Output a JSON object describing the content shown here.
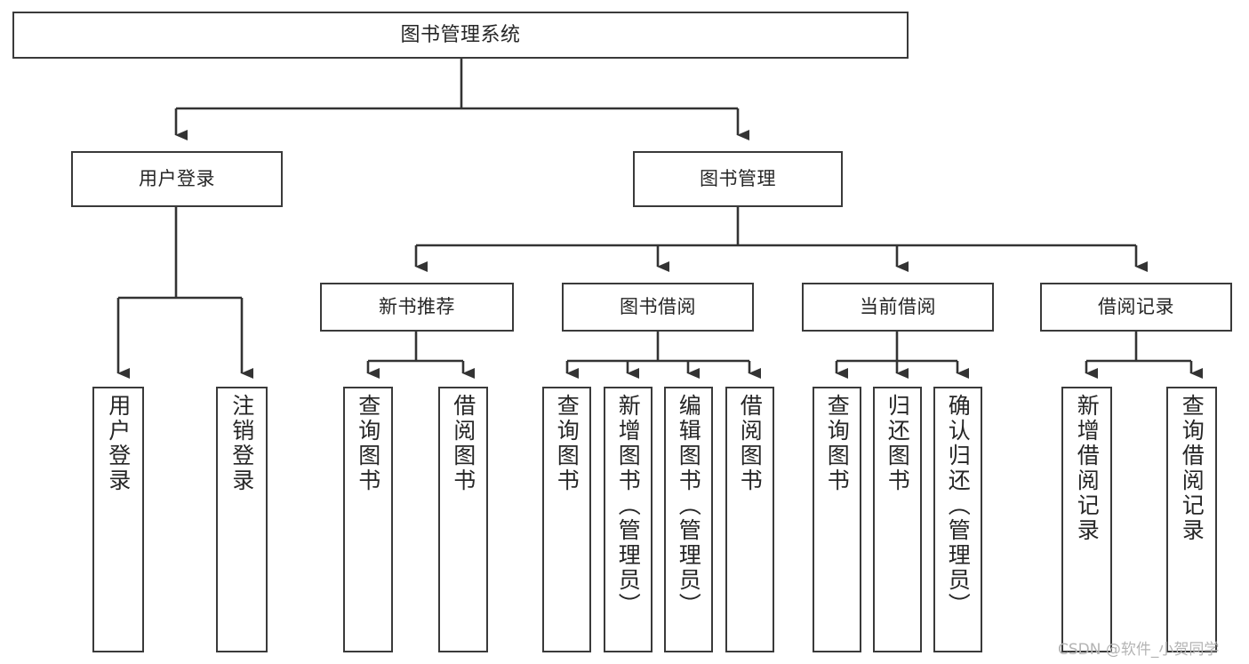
{
  "diagram": {
    "title": "图书管理系统",
    "type": "tree-hierarchy-chart",
    "root": {
      "id": "root",
      "label": "图书管理系统"
    },
    "level1": [
      {
        "id": "user-login",
        "label": "用户登录"
      },
      {
        "id": "book-manage",
        "label": "图书管理"
      }
    ],
    "level2": [
      {
        "id": "new-book-rec",
        "label": "新书推荐",
        "parent": "book-manage"
      },
      {
        "id": "book-borrow",
        "label": "图书借阅",
        "parent": "book-manage"
      },
      {
        "id": "current-borrow",
        "label": "当前借阅",
        "parent": "book-manage"
      },
      {
        "id": "borrow-record",
        "label": "借阅记录",
        "parent": "book-manage"
      }
    ],
    "leaves": [
      {
        "id": "leaf-user-login",
        "label": "用户登录",
        "parent": "user-login"
      },
      {
        "id": "leaf-logout-login",
        "label": "注销登录",
        "parent": "user-login"
      },
      {
        "id": "leaf-query-book-1",
        "label": "查询图书",
        "parent": "new-book-rec"
      },
      {
        "id": "leaf-borrow-book-1",
        "label": "借阅图书",
        "parent": "new-book-rec"
      },
      {
        "id": "leaf-query-book-2",
        "label": "查询图书",
        "parent": "book-borrow"
      },
      {
        "id": "leaf-add-book-admin",
        "label": "新增图书（管理员）",
        "parent": "book-borrow"
      },
      {
        "id": "leaf-edit-book-admin",
        "label": "编辑图书（管理员）",
        "parent": "book-borrow"
      },
      {
        "id": "leaf-borrow-book-2",
        "label": "借阅图书",
        "parent": "book-borrow"
      },
      {
        "id": "leaf-query-book-3",
        "label": "查询图书",
        "parent": "current-borrow"
      },
      {
        "id": "leaf-return-book",
        "label": "归还图书",
        "parent": "current-borrow"
      },
      {
        "id": "leaf-confirm-return-admin",
        "label": "确认归还（管理员）",
        "parent": "current-borrow"
      },
      {
        "id": "leaf-add-borrow-record",
        "label": "新增借阅记录",
        "parent": "borrow-record"
      },
      {
        "id": "leaf-query-borrow-record",
        "label": "查询借阅记录",
        "parent": "borrow-record"
      }
    ],
    "watermark": "CSDN @软件_小贺同学",
    "colors": {
      "box_border": "#3a3a3a",
      "box_fill": "#ffffff",
      "text": "#262626",
      "edge": "#333333",
      "background": "#ffffff",
      "watermark": "#b4b4b4"
    }
  }
}
